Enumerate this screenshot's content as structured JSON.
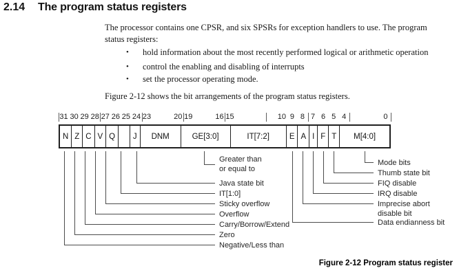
{
  "heading": {
    "number": "2.14",
    "title": "The program status registers"
  },
  "intro": {
    "line1": "The processor contains one CPSR, and six SPSRs for exception handlers to use. The program",
    "line2": "status registers:"
  },
  "bullet_char": "•",
  "bullets": [
    "hold information about the most recently performed logical or arithmetic operation",
    "control the enabling and disabling of interrupts",
    "set the processor operating mode."
  ],
  "figure_intro": "Figure 2-12 shows the bit arrangements of the program status registers.",
  "caption": "Figure 2-12 Program status register",
  "colors": {
    "ink": "#1c1c1c",
    "callout_line": "#4b4b4b",
    "background": "#ffffff"
  },
  "diagram": {
    "bit_numbers": [
      31,
      30,
      29,
      28,
      27,
      26,
      25,
      24,
      23,
      20,
      19,
      16,
      15,
      10,
      9,
      8,
      7,
      6,
      5,
      4,
      0
    ],
    "tick_bits": [
      32,
      28,
      24,
      20,
      16,
      12,
      8,
      4,
      0
    ],
    "fields": [
      {
        "label": "N",
        "hi": 31,
        "lo": 31
      },
      {
        "label": "Z",
        "hi": 30,
        "lo": 30
      },
      {
        "label": "C",
        "hi": 29,
        "lo": 29
      },
      {
        "label": "V",
        "hi": 28,
        "lo": 28
      },
      {
        "label": "Q",
        "hi": 27,
        "lo": 27
      },
      {
        "label": "",
        "hi": 26,
        "lo": 25
      },
      {
        "label": "J",
        "hi": 24,
        "lo": 24
      },
      {
        "label": "DNM",
        "hi": 23,
        "lo": 20
      },
      {
        "label": "GE[3:0]",
        "hi": 19,
        "lo": 16
      },
      {
        "label": "IT[7:2]",
        "hi": 15,
        "lo": 10
      },
      {
        "label": "E",
        "hi": 9,
        "lo": 9
      },
      {
        "label": "A",
        "hi": 8,
        "lo": 8
      },
      {
        "label": "I",
        "hi": 7,
        "lo": 7
      },
      {
        "label": "F",
        "hi": 6,
        "lo": 6
      },
      {
        "label": "T",
        "hi": 5,
        "lo": 5
      },
      {
        "label": "M[4:0]",
        "hi": 4,
        "lo": 0
      }
    ],
    "callouts_left": [
      {
        "lines": [
          "Greater than",
          "or equal to"
        ],
        "hi": 19,
        "lo": 16
      },
      {
        "lines": [
          "Java state bit"
        ],
        "hi": 24,
        "lo": 24
      },
      {
        "lines": [
          "IT[1:0]"
        ],
        "hi": 26,
        "lo": 25
      },
      {
        "lines": [
          "Sticky overflow"
        ],
        "hi": 27,
        "lo": 27
      },
      {
        "lines": [
          "Overflow"
        ],
        "hi": 28,
        "lo": 28
      },
      {
        "lines": [
          "Carry/Borrow/Extend"
        ],
        "hi": 29,
        "lo": 29
      },
      {
        "lines": [
          "Zero"
        ],
        "hi": 30,
        "lo": 30
      },
      {
        "lines": [
          "Negative/Less than"
        ],
        "hi": 31,
        "lo": 31
      }
    ],
    "callouts_right": [
      {
        "lines": [
          "Mode bits"
        ],
        "hi": 4,
        "lo": 0
      },
      {
        "lines": [
          "Thumb state bit"
        ],
        "hi": 5,
        "lo": 5
      },
      {
        "lines": [
          "FIQ disable"
        ],
        "hi": 6,
        "lo": 6
      },
      {
        "lines": [
          "IRQ disable"
        ],
        "hi": 7,
        "lo": 7
      },
      {
        "lines": [
          "Imprecise abort",
          "disable bit"
        ],
        "hi": 8,
        "lo": 8
      },
      {
        "lines": [
          "Data endianness bit"
        ],
        "hi": 9,
        "lo": 9
      }
    ]
  }
}
